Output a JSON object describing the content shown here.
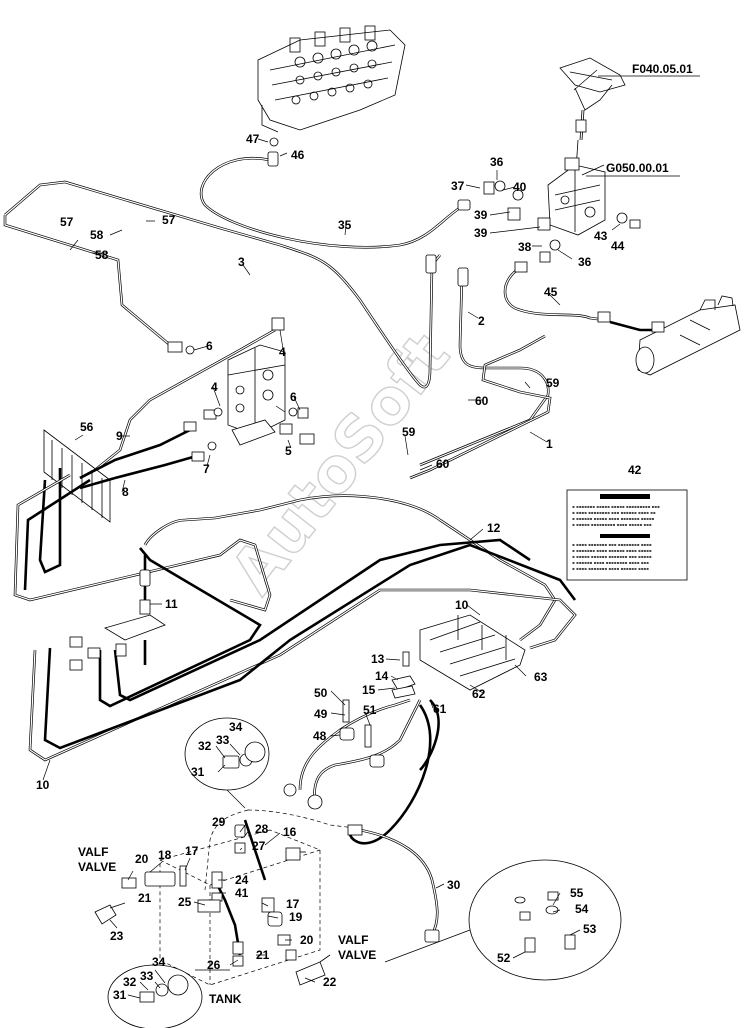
{
  "watermark": "AutoSoft",
  "references": {
    "brake_pedal": "F040.05.01",
    "brake_valve": "G050.00.01"
  },
  "labels": {
    "valf_valve_left_1": "VALF",
    "valf_valve_left_2": "VALVE",
    "valf_valve_right_1": "VALF",
    "valf_valve_right_2": "VALVE",
    "tank": "TANK"
  },
  "callouts": {
    "c47": "47",
    "c46": "46",
    "c36a": "36",
    "c37": "37",
    "c40": "40",
    "c39a": "39",
    "c39b": "39",
    "c43": "43",
    "c44": "44",
    "c38": "38",
    "c36b": "36",
    "c35": "35",
    "c45": "45",
    "c57a": "57",
    "c57b": "57",
    "c58a": "58",
    "c58b": "58",
    "c3": "3",
    "c2": "2",
    "c6a": "6",
    "c4a": "4",
    "c4b": "4",
    "c6b": "6",
    "c59a": "59",
    "c60a": "60",
    "c1": "1",
    "c9": "9",
    "c56": "56",
    "c7": "7",
    "c5": "5",
    "c59b": "59",
    "c60b": "60",
    "c8": "8",
    "c42": "42",
    "c12": "12",
    "c11": "11",
    "c10a": "10",
    "c13": "13",
    "c14": "14",
    "c15": "15",
    "c63": "63",
    "c62": "62",
    "c50": "50",
    "c49": "49",
    "c51": "51",
    "c61": "61",
    "c48": "48",
    "c10b": "10",
    "c34a": "34",
    "c32a": "32",
    "c33a": "33",
    "c31a": "31",
    "c29": "29",
    "c28": "28",
    "c16": "16",
    "c27": "27",
    "c20a": "20",
    "c18": "18",
    "c17a": "17",
    "c21a": "21",
    "c24": "24",
    "c41": "41",
    "c25": "25",
    "c30": "30",
    "c17b": "17",
    "c19": "19",
    "c23": "23",
    "c55": "55",
    "c54": "54",
    "c53": "53",
    "c20b": "20",
    "c21b": "21",
    "c52": "52",
    "c26": "26",
    "c34b": "34",
    "c22": "22",
    "c33b": "33",
    "c32b": "32",
    "c31b": "31"
  }
}
